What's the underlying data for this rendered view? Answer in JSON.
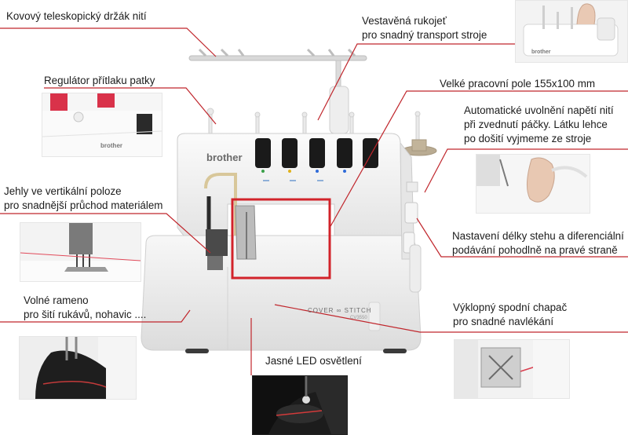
{
  "labels": {
    "spool_holder": "Kovový teleskopický držák nití",
    "handle": [
      "Vestavěná rukojeť",
      "pro snadný transport stroje"
    ],
    "pressure": "Regulátor přítlaku patky",
    "work_area": "Velké pracovní pole 155x100 mm",
    "tension": [
      "Automatické uvolnění napětí nití",
      "při zvednutí páčky. Látku lehce",
      "po došití vyjmeme ze stroje"
    ],
    "needles": [
      "Jehly ve vertikální poloze",
      "pro snadnější průchod materiálem"
    ],
    "stitch": [
      "Nastavení délky stehu a diferenciální",
      "podávání pohodlně na pravé straně"
    ],
    "free_arm": [
      "Volné rameno",
      "pro šití rukávů, nohavic ...."
    ],
    "looper": [
      "Výklopný spodní chapač",
      "pro snadné navlékání"
    ],
    "led": "Jasné LED osvětlení"
  },
  "machine": {
    "brand": "brother",
    "model_line1": "COVER",
    "model_line2": "STITCH",
    "model_code": "CV3550"
  },
  "thumb_brand": "brother",
  "colors": {
    "leader_line": "#c0262c",
    "highlight_box": "#d2232a",
    "machine_body": "#f4f4f4",
    "dial_black": "#1a1a1a"
  }
}
